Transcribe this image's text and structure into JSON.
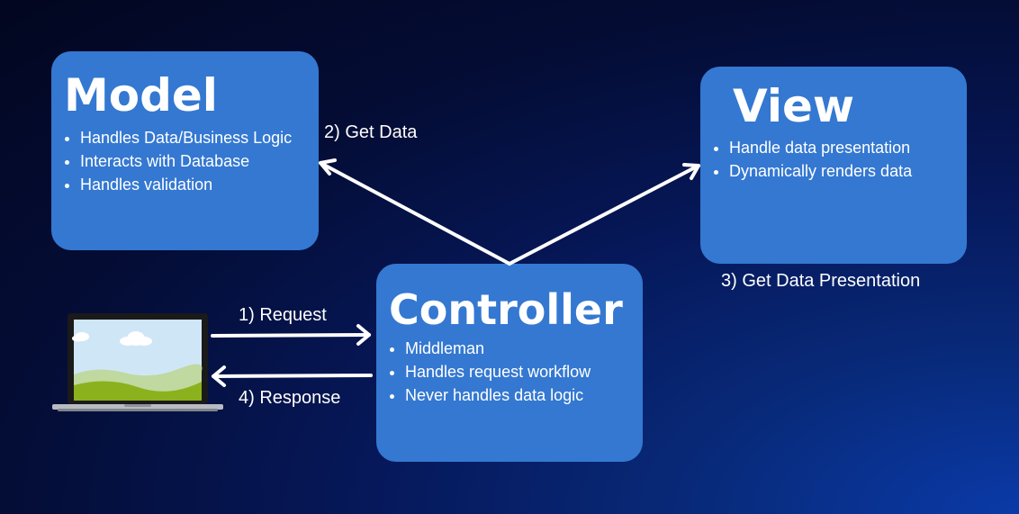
{
  "model": {
    "title": "Model",
    "bullets": [
      "Handles Data/Business Logic",
      "Interacts with Database",
      "Handles validation"
    ]
  },
  "view": {
    "title": "View",
    "bullets": [
      "Handle data presentation",
      "Dynamically renders data"
    ]
  },
  "controller": {
    "title": "Controller",
    "bullets": [
      "Middleman",
      "Handles request workflow",
      "Never handles data logic"
    ]
  },
  "arrows": {
    "get_data": "2) Get Data",
    "get_presentation": "3) Get Data Presentation",
    "request": "1) Request",
    "response": "4) Response"
  },
  "colors": {
    "box": "#3478d1",
    "arrow": "#ffffff",
    "sky": "#cfe6f7",
    "grass": "#8bb21c"
  },
  "icons": {
    "client": "laptop-icon"
  }
}
